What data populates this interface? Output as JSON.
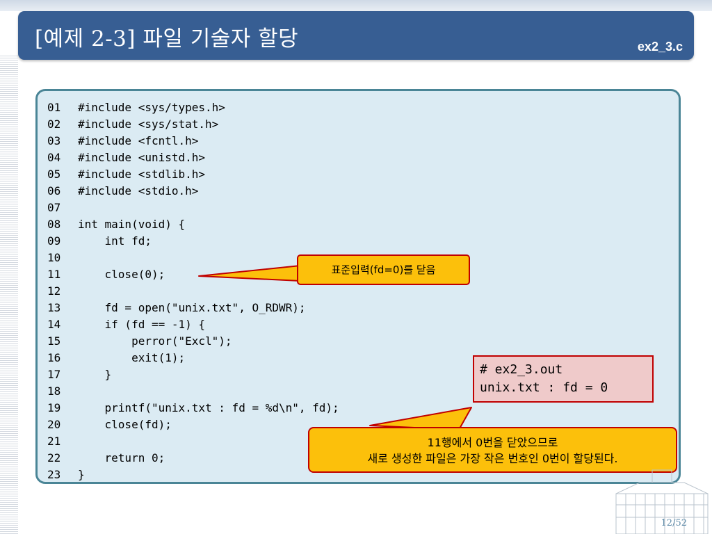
{
  "slide": {
    "title": "[예제 2-3] 파일 기술자 할당",
    "file_label": "ex2_3.c",
    "page_number": "12/52"
  },
  "code": {
    "lines": [
      {
        "num": "01",
        "text": "#include <sys/types.h>"
      },
      {
        "num": "02",
        "text": "#include <sys/stat.h>"
      },
      {
        "num": "03",
        "text": "#include <fcntl.h>"
      },
      {
        "num": "04",
        "text": "#include <unistd.h>"
      },
      {
        "num": "05",
        "text": "#include <stdlib.h>"
      },
      {
        "num": "06",
        "text": "#include <stdio.h>"
      },
      {
        "num": "07",
        "text": ""
      },
      {
        "num": "08",
        "text": "int main(void) {"
      },
      {
        "num": "09",
        "text": "    int fd;"
      },
      {
        "num": "10",
        "text": ""
      },
      {
        "num": "11",
        "text": "    close(0);"
      },
      {
        "num": "12",
        "text": ""
      },
      {
        "num": "13",
        "text": "    fd = open(\"unix.txt\", O_RDWR);"
      },
      {
        "num": "14",
        "text": "    if (fd == -1) {"
      },
      {
        "num": "15",
        "text": "        perror(\"Excl\");"
      },
      {
        "num": "16",
        "text": "        exit(1);"
      },
      {
        "num": "17",
        "text": "    }"
      },
      {
        "num": "18",
        "text": ""
      },
      {
        "num": "19",
        "text": "    printf(\"unix.txt : fd = %d\\n\", fd);"
      },
      {
        "num": "20",
        "text": "    close(fd);"
      },
      {
        "num": "21",
        "text": ""
      },
      {
        "num": "22",
        "text": "    return 0;"
      },
      {
        "num": "23",
        "text": "}"
      }
    ]
  },
  "callouts": {
    "stdin_close": "표준입력(fd=0)를 닫음",
    "fd_reuse_line1": "11행에서 0번을 닫았으므로",
    "fd_reuse_line2": "새로 생성한 파일은 가장 작은 번호인 0번이 할당된다."
  },
  "output": {
    "line1": "# ex2_3.out",
    "line2": "unix.txt : fd = 0"
  },
  "colors": {
    "title_bar": "#375e93",
    "code_panel_bg": "#dbebf3",
    "code_panel_border": "#4a8596",
    "callout_fill": "#fcc00b",
    "callout_border": "#c00000",
    "output_bg": "#efcaca",
    "page_number": "#5d8aa8"
  },
  "icons": {
    "decoration": "building-sketch-icon"
  }
}
